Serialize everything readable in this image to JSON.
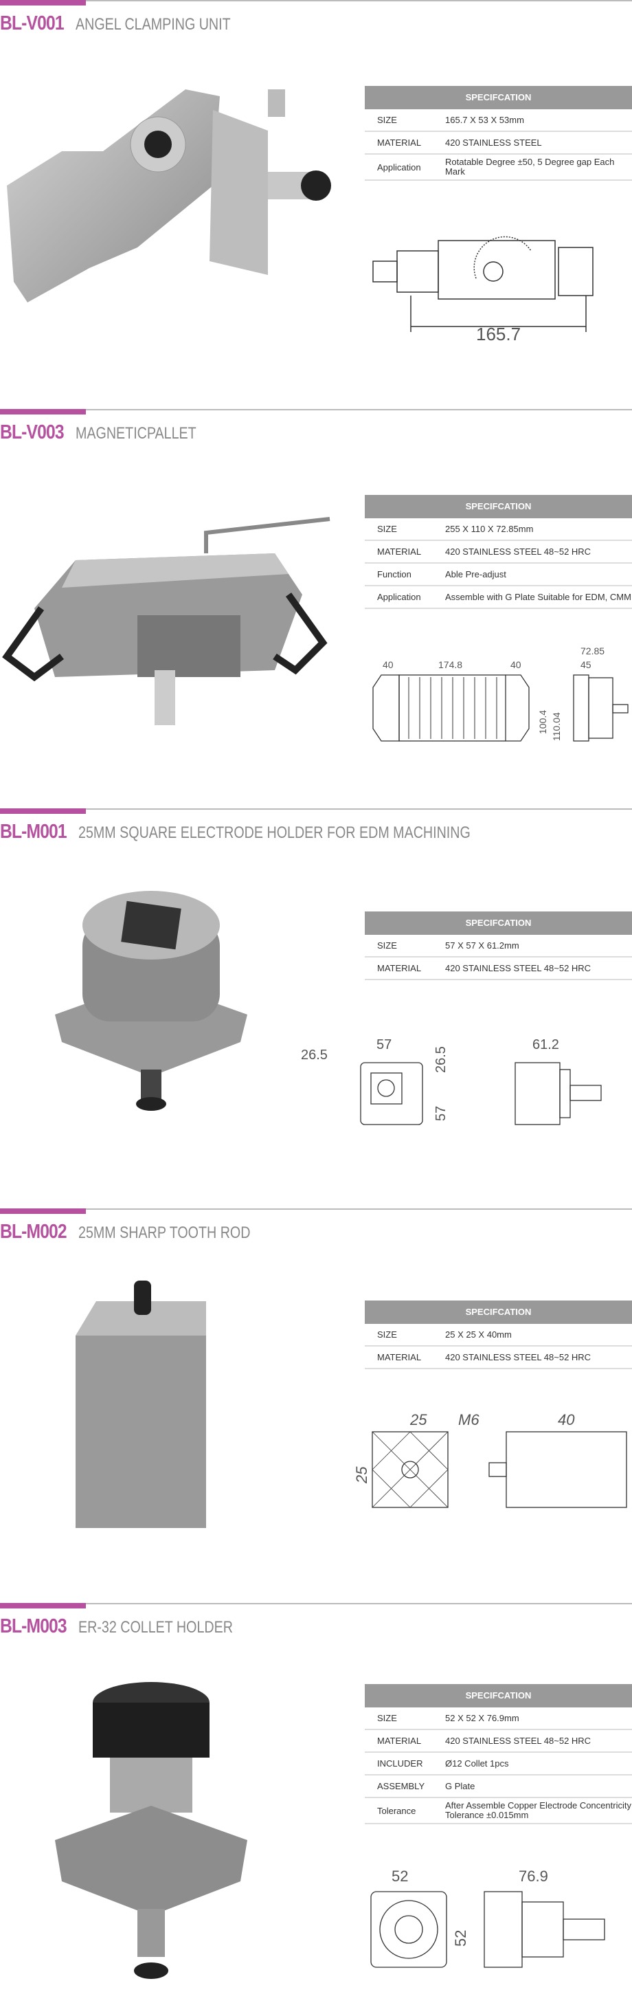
{
  "products": [
    {
      "code": "BL-V001",
      "name": "ANGEL CLAMPING UNIT",
      "spec_title": "SPECIFCATION",
      "rows": [
        {
          "label": "SIZE",
          "value": "165.7 X 53 X 53mm"
        },
        {
          "label": "MATERIAL",
          "value": "420 STAINLESS STEEL"
        },
        {
          "label": "Application",
          "value": "Rotatable Degree ±50, 5 Degree gap Each Mark"
        }
      ],
      "dims": [
        "165.7"
      ]
    },
    {
      "code": "BL-V003",
      "name": "MAGNETICPALLET",
      "spec_title": "SPECIFCATION",
      "rows": [
        {
          "label": "SIZE",
          "value": "255 X 110 X 72.85mm"
        },
        {
          "label": "MATERIAL",
          "value": "420 STAINLESS STEEL 48~52 HRC"
        },
        {
          "label": "Function",
          "value": "Able Pre-adjust"
        },
        {
          "label": "Application",
          "value": "Assemble with G Plate Suitable for EDM, CMM"
        }
      ],
      "dims": [
        "40",
        "174.8",
        "40",
        "100.4",
        "110.04",
        "72.85",
        "45"
      ]
    },
    {
      "code": "BL-M001",
      "name": "25MM SQUARE ELECTRODE HOLDER FOR EDM MACHINING",
      "spec_title": "SPECIFCATION",
      "rows": [
        {
          "label": "SIZE",
          "value": "57 X 57 X 61.2mm"
        },
        {
          "label": "MATERIAL",
          "value": "420 STAINLESS STEEL 48~52 HRC"
        }
      ],
      "dims": [
        "26.5",
        "57",
        "26.5",
        "57",
        "61.2"
      ]
    },
    {
      "code": "BL-M002",
      "name": "25MM SHARP TOOTH ROD",
      "spec_title": "SPECIFCATION",
      "rows": [
        {
          "label": "SIZE",
          "value": "25 X 25 X 40mm"
        },
        {
          "label": "MATERIAL",
          "value": "420 STAINLESS STEEL 48~52 HRC"
        }
      ],
      "dims": [
        "25",
        "25",
        "M6",
        "40"
      ]
    },
    {
      "code": "BL-M003",
      "name": "ER-32 COLLET HOLDER",
      "spec_title": "SPECIFCATION",
      "rows": [
        {
          "label": "SIZE",
          "value": "52 X 52 X 76.9mm"
        },
        {
          "label": "MATERIAL",
          "value": "420 STAINLESS STEEL 48~52 HRC"
        },
        {
          "label": "INCLUDER",
          "value": "Ø12 Collet 1pcs"
        },
        {
          "label": "ASSEMBLY",
          "value": "G Plate"
        },
        {
          "label": "Tolerance",
          "value": "After Assemble Copper Electrode Concentricity Tolerance ±0.015mm"
        }
      ],
      "dims": [
        "52",
        "52",
        "76.9"
      ]
    }
  ],
  "colors": {
    "accent": "#b5519e",
    "header": "#999999"
  }
}
